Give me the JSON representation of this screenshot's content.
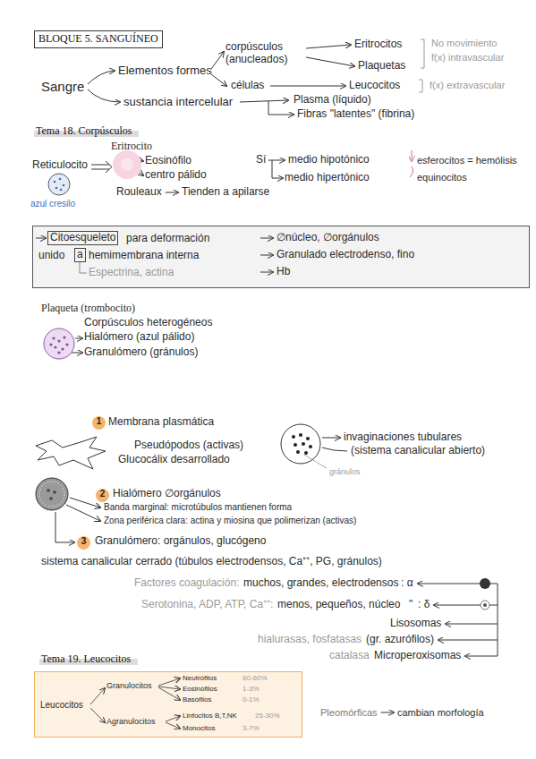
{
  "diagram": {
    "nodes": [
      {
        "text": [
          "BLOQUE 5. SANGUÍNEO"
        ]
      },
      {
        "text": [
          "Tema 18. Corpúsculos"
        ]
      },
      {
        "text": [
          "para deformación",
          "unido",
          "hemimembrana interna",
          "Espectrina, actina",
          "∅núcleo, ∅orgánulos",
          "Granulado electrodenso, fino",
          "Hb"
        ]
      },
      {
        "text": [
          "Citoesqueleto"
        ],
        "in": 2
      },
      {
        "text": [
          "a"
        ],
        "in": 2
      },
      {
        "text": [
          "1"
        ]
      },
      {
        "text": [
          "2"
        ]
      },
      {
        "text": [
          "3"
        ]
      },
      {
        "text": [
          "Tema 19. Leucocitos"
        ]
      },
      {
        "text": [
          "Leucocitos",
          "Granulocitos",
          "Neutrófilos",
          "60-60%",
          "Eosinófilos",
          "1-3%",
          "Basófilos",
          "0-1%",
          "Agranulocitos",
          "Linfocitos B,T,NK",
          "25-30%",
          "Monocitos",
          "3-7%"
        ]
      }
    ],
    "labels": [
      "Sangre",
      "Elementos formes",
      "corpúsculos (anucleados)",
      "Eritrocitos",
      "Plaquetas",
      "No movimiento",
      "f(x) intravascular",
      "células",
      "Leucocitos",
      "f(x) extravascular",
      "sustancia intercelular",
      "Plasma (líquido)",
      "Fibras \"latentes\" (fibrina)",
      "Eritrocito",
      "Reticulocito",
      "azul cresilo",
      "Eosinófilo",
      "centro pálido",
      "Rouleaux",
      "Tienden a apilarse",
      "Sí",
      "medio hipotónico",
      "esferocitos = hemólisis",
      "medio hipertónico",
      "equinocitos",
      "Plaqueta (trombocito)",
      "Corpúsculos heterogéneos",
      "Hialómero (azul pálido)",
      "Granulómero (gránulos)",
      "Membrana plasmática",
      "Pseudópodos (activas)",
      "Glucocálix desarrollado",
      "invaginaciones tubulares",
      "(sistema canalicular abierto)",
      "gránulos",
      "Hialómero ∅orgánulos",
      "Banda marginal: microtúbulos mantienen forma",
      "Zona periférica clara: actina y miosina que polimerizan (activas)",
      "Granulómero: orgánulos, glucógeno",
      "sistema canalicular cerrado (túbulos electrodensos, Ca⁺⁺, PG, gránulos)",
      "Factores coagulación:",
      "muchos, grandes, electrodensos",
      ": α",
      "Serotonina, ADP, ATP, Ca⁺⁺:",
      "menos, pequeños, núcleo",
      "\"",
      ": δ",
      "Lisosomas",
      "hialurasas, fosfatasas",
      "(gr. azurófilos)",
      "catalasa",
      "Microperoxisomas",
      "Pleomórficas",
      "cambian morfología"
    ]
  }
}
